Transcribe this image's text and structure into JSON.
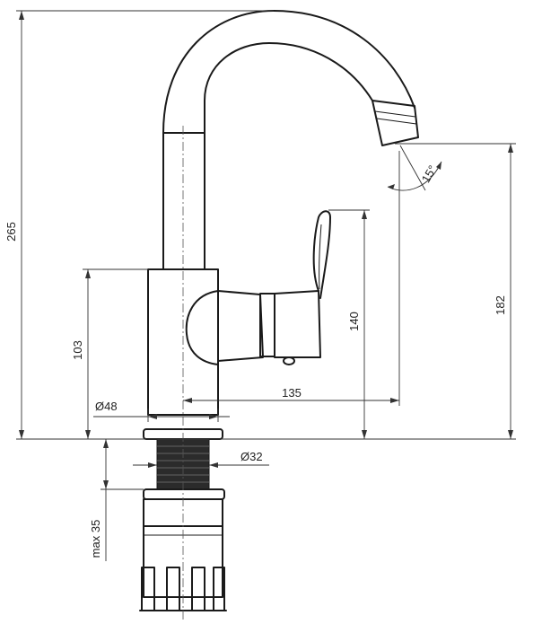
{
  "dimensions": {
    "overall_height": "265",
    "spout_outlet_height": "182",
    "lever_height": "140",
    "body_height": "103",
    "spout_reach": "135",
    "body_diameter": "Ø48",
    "shank_diameter": "Ø32",
    "max_countertop": "max 35",
    "spout_angle": "15°"
  }
}
